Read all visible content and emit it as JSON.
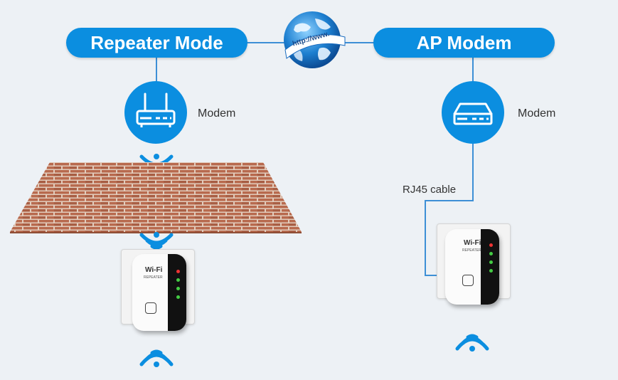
{
  "left_mode": {
    "title": "Repeater Mode",
    "modem_label": "Modem"
  },
  "right_mode": {
    "title": "AP Modem",
    "modem_label": "Modem",
    "cable_label": "RJ45 cable"
  },
  "globe": {
    "url_text": "http://www."
  },
  "repeater": {
    "brand": "Wi-Fi",
    "model": "REPEATER"
  },
  "colors": {
    "accent": "#0b8ee0",
    "line": "#3d8fd6",
    "brick": "#b86a4e",
    "mortar": "#e2ccbc"
  }
}
